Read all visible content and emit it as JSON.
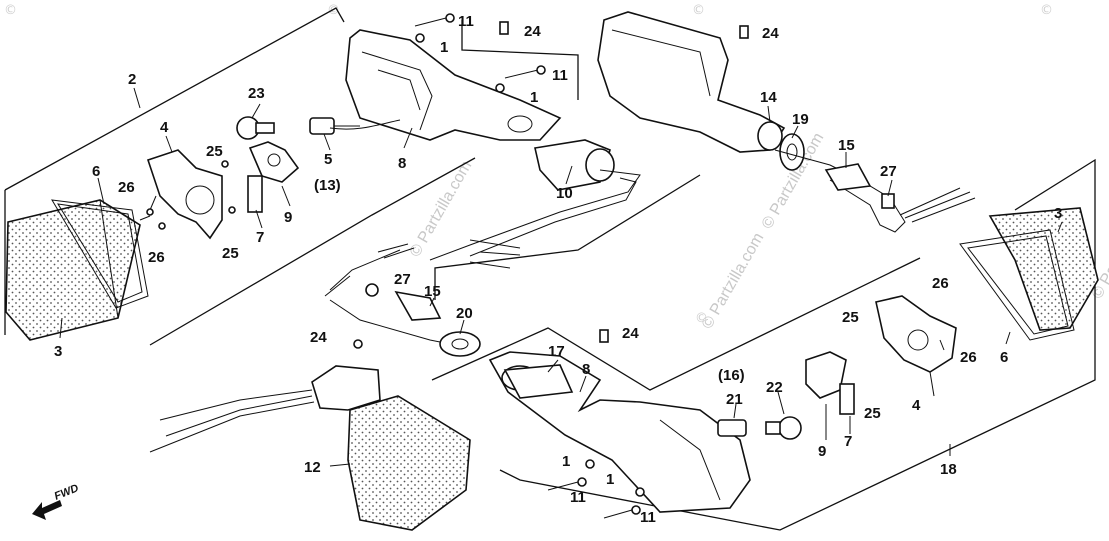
{
  "diagram": {
    "watermark_text": "© Partzilla.com",
    "copyright_glyph": "©",
    "direction_label": "FWD",
    "callouts": {
      "c1a": "1",
      "c1b": "1",
      "c1c": "1",
      "c1d": "1",
      "c2": "2",
      "c3a": "3",
      "c3b": "3",
      "c4a": "4",
      "c4b": "4",
      "c5": "5",
      "c13": "(13)",
      "c6a": "6",
      "c6b": "6",
      "c7a": "7",
      "c7b": "7",
      "c8a": "8",
      "c8b": "8",
      "c9a": "9",
      "c9b": "9",
      "c10": "10",
      "c11a": "11",
      "c11b": "11",
      "c11c": "11",
      "c11d": "11",
      "c12": "12",
      "c14": "14",
      "c15a": "15",
      "c15b": "15",
      "c16": "(16)",
      "c17": "17",
      "c18": "18",
      "c19": "19",
      "c20": "20",
      "c21": "21",
      "c22": "22",
      "c23": "23",
      "c24a": "24",
      "c24b": "24",
      "c24c": "24",
      "c24d": "24",
      "c25a": "25",
      "c25b": "25",
      "c25c": "25",
      "c25d": "25",
      "c26a": "26",
      "c26b": "26",
      "c26c": "26",
      "c26d": "26",
      "c27a": "27",
      "c27b": "27"
    }
  }
}
